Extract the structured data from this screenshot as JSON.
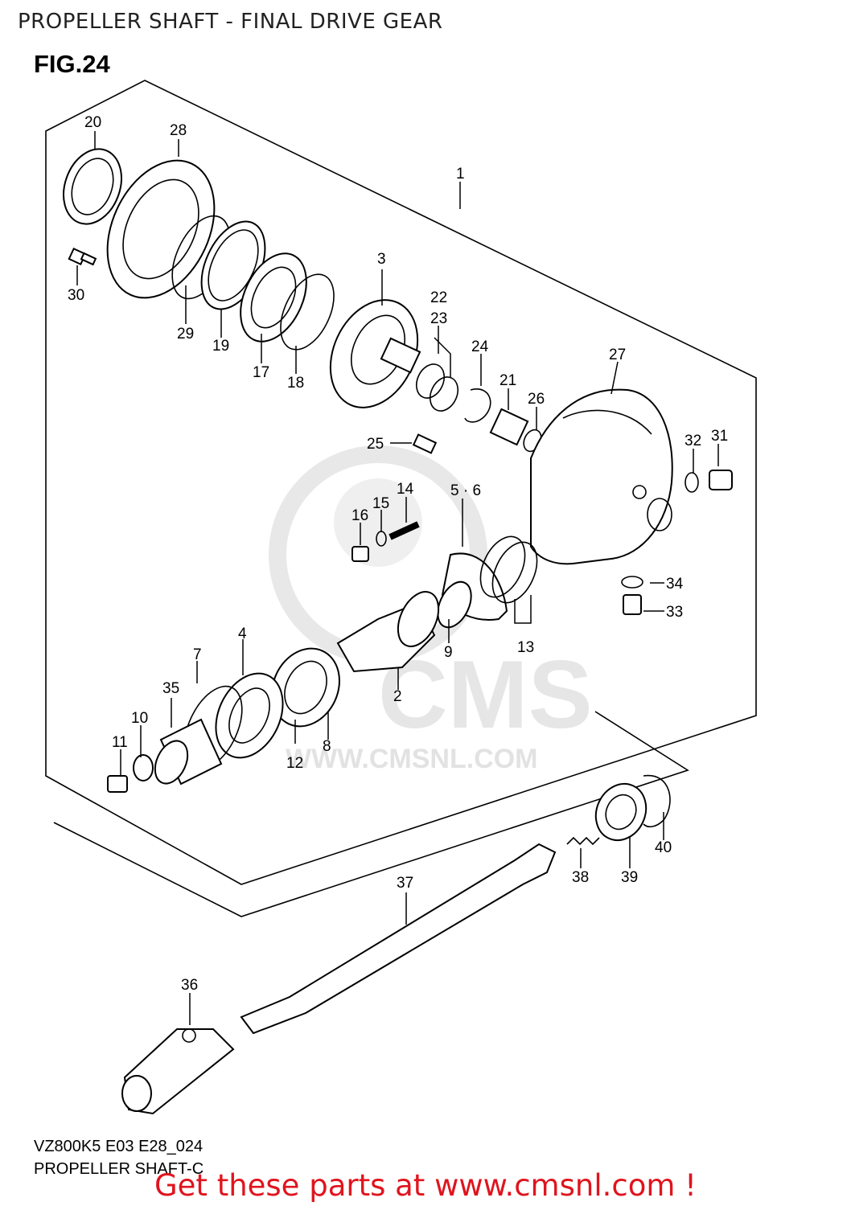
{
  "header": {
    "title": "PROPELLER SHAFT - FINAL DRIVE GEAR",
    "figure": "FIG.24"
  },
  "watermark": {
    "brand": "CMS",
    "url": "WWW.CMSNL.COM"
  },
  "callouts": {
    "c1": "1",
    "c2": "2",
    "c3": "3",
    "c4": "4",
    "c56": "5 · 6",
    "c7": "7",
    "c8": "8",
    "c9": "9",
    "c10": "10",
    "c11": "11",
    "c12": "12",
    "c13": "13",
    "c14": "14",
    "c15": "15",
    "c16": "16",
    "c17": "17",
    "c18": "18",
    "c19": "19",
    "c20": "20",
    "c21": "21",
    "c22": "22",
    "c23": "23",
    "c24": "24",
    "c25": "25",
    "c26": "26",
    "c27": "27",
    "c28": "28",
    "c29": "29",
    "c30": "30",
    "c31": "31",
    "c32": "32",
    "c33": "33",
    "c34": "34",
    "c35": "35",
    "c36": "36",
    "c37": "37",
    "c38": "38",
    "c39": "39",
    "c40": "40"
  },
  "footer": {
    "model_code": "VZ800K5 E03 E28_024",
    "subtitle": "PROPELLER SHAFT-C",
    "call_to_action": "Get these parts at www.cmsnl.com !"
  },
  "colors": {
    "cta_red": "#e0141e",
    "watermark_grey": "#e8e8e8"
  }
}
